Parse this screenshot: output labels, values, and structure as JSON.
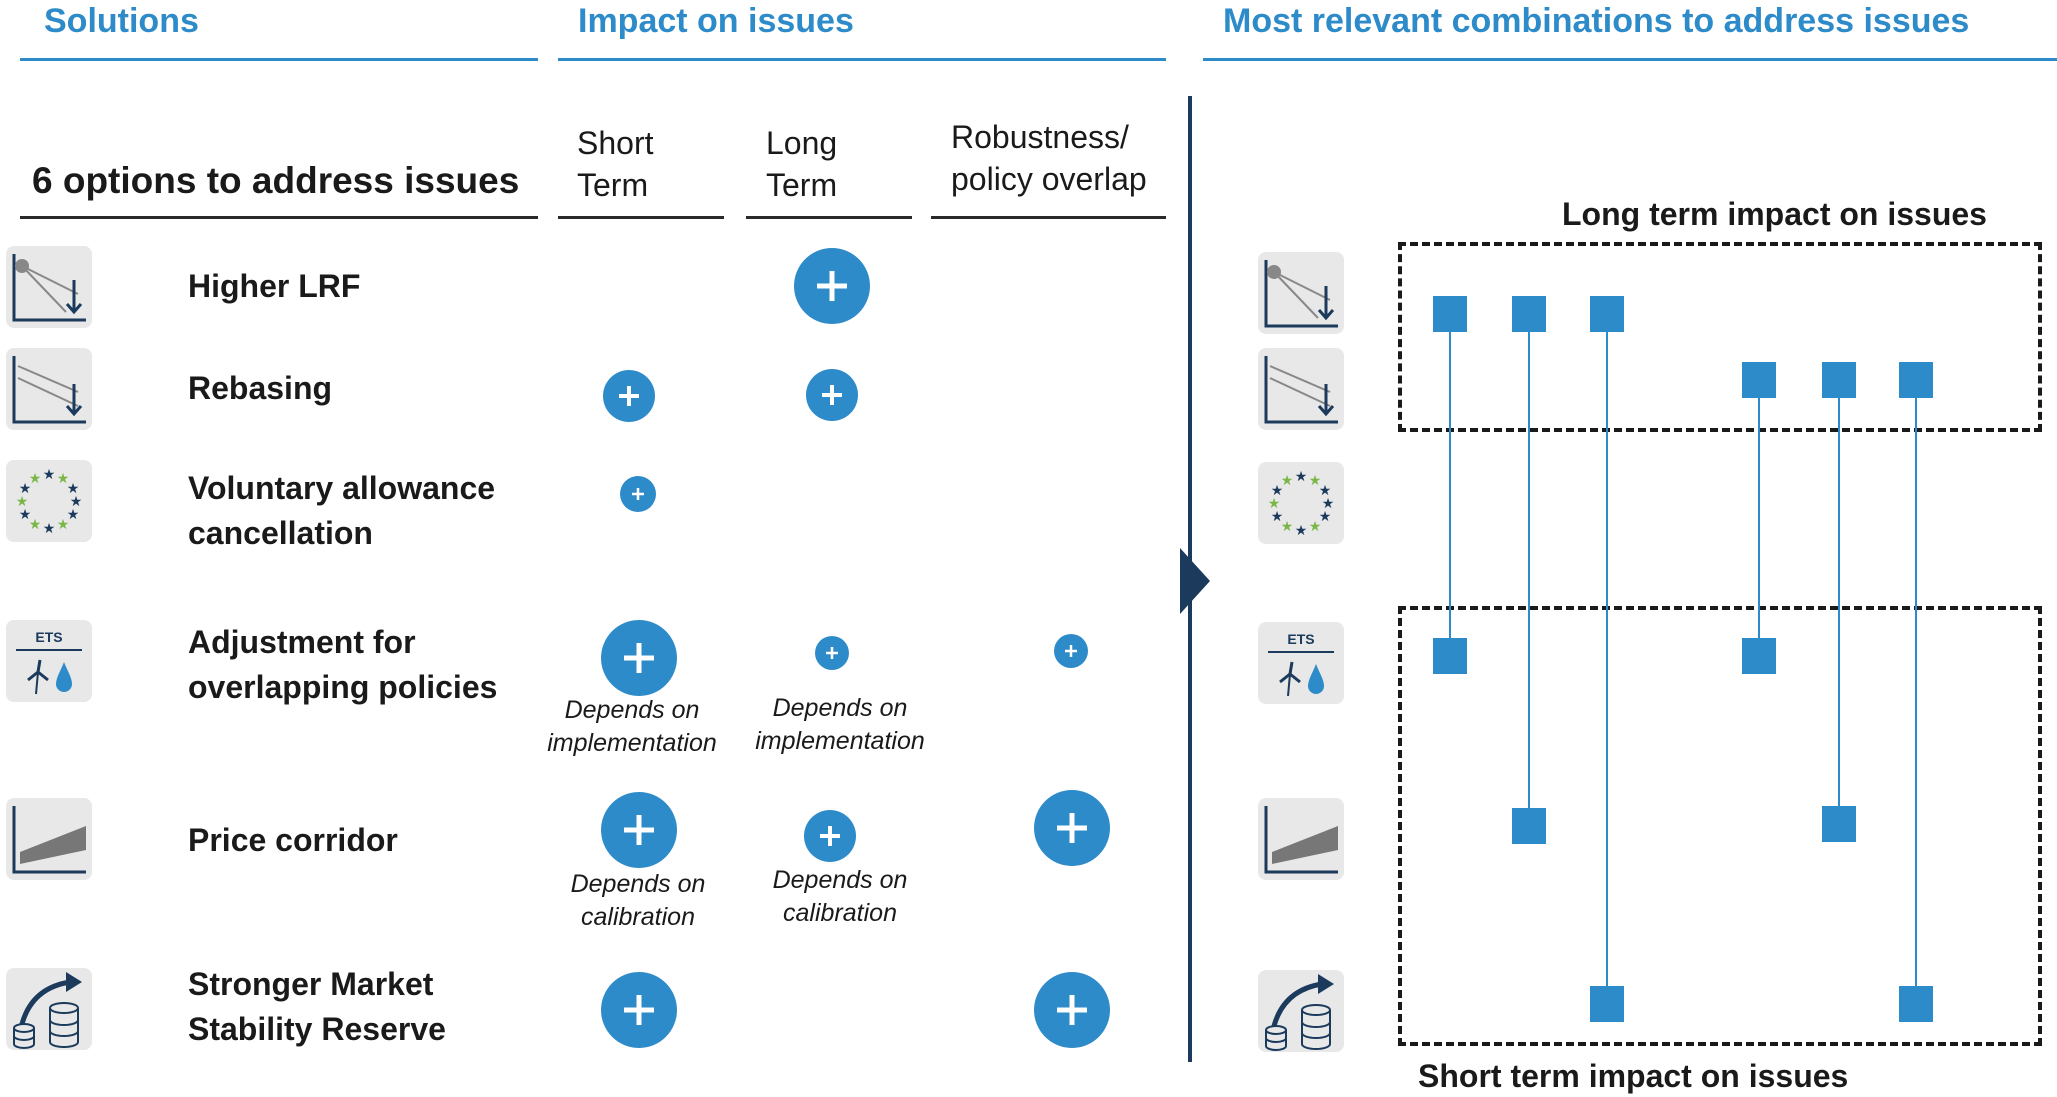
{
  "headers": {
    "solutions": "Solutions",
    "impact": "Impact on issues",
    "combinations": "Most relevant combinations to address issues"
  },
  "options_title": "6 options to address issues",
  "columns": {
    "short_term": [
      "Short",
      "Term"
    ],
    "long_term": [
      "Long",
      "Term"
    ],
    "robustness": [
      "Robustness/",
      "policy overlap"
    ]
  },
  "rows": [
    {
      "label": [
        "Higher LRF"
      ],
      "icon": "trend-down-chart-icon"
    },
    {
      "label": [
        "Rebasing"
      ],
      "icon": "rebase-chart-icon"
    },
    {
      "label": [
        "Voluntary allowance",
        "cancellation"
      ],
      "icon": "eu-stars-icon"
    },
    {
      "label": [
        "Adjustment for",
        "overlapping policies"
      ],
      "icon": "ets-renewables-icon"
    },
    {
      "label": [
        "Price corridor"
      ],
      "icon": "price-corridor-chart-icon"
    },
    {
      "label": [
        "Stronger Market",
        "Stability Reserve"
      ],
      "icon": "reserve-database-icon"
    }
  ],
  "notes": {
    "depends_on": "Depends on",
    "implementation": "implementation",
    "calibration": "calibration"
  },
  "box_labels": {
    "long": "Long term impact on issues",
    "short": "Short term impact on issues"
  },
  "colors": {
    "accent": "#2e8bc9",
    "dark_navy": "#1b3a5c",
    "icon_bg": "#e8e8e8"
  }
}
